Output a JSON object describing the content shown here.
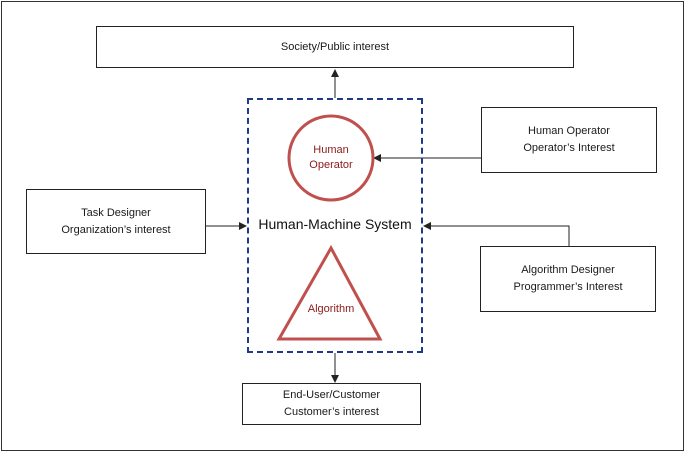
{
  "boxes": {
    "society": {
      "line1": "Society/Public interest"
    },
    "task_designer": {
      "line1": "Task Designer",
      "line2": "Organization’s interest"
    },
    "human_operator": {
      "line1": "Human Operator",
      "line2": "Operator’s Interest"
    },
    "algorithm_designer": {
      "line1": "Algorithm Designer",
      "line2": "Programmer’s Interest"
    },
    "end_user": {
      "line1": "End-User/Customer",
      "line2": "Customer’s interest"
    }
  },
  "system": {
    "label": "Human-Machine System",
    "operator_line1": "Human",
    "operator_line2": "Operator",
    "algorithm": "Algorithm"
  },
  "colors": {
    "dashed_border": "#1f3a8a",
    "shape_stroke": "#c0504d",
    "shape_text": "#8b1a1a",
    "arrow": "#222222"
  }
}
